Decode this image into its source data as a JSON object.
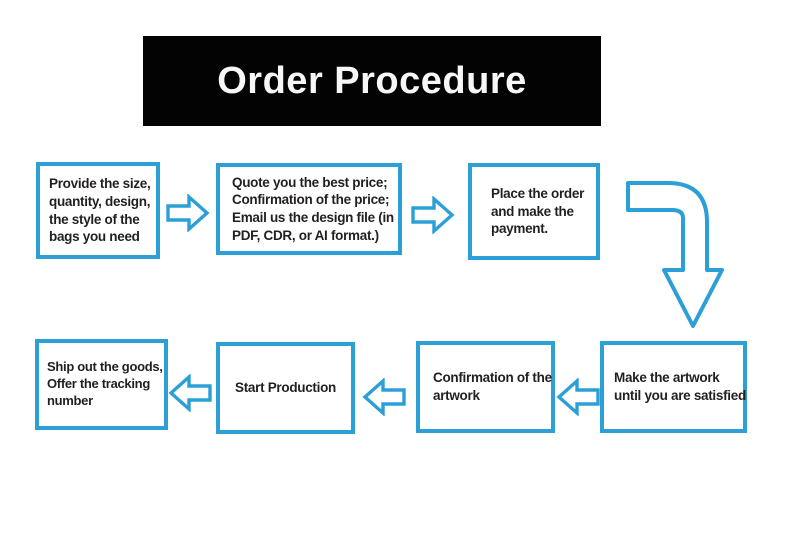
{
  "title": "Order Procedure",
  "colors": {
    "accent": "#2b9fd6",
    "banner_bg": "#030303",
    "banner_text": "#f7f7f7",
    "text": "#231f20",
    "background": "#ffffff"
  },
  "steps": [
    {
      "text": "Provide the size,\nquantity, design,\nthe style of the\nbags you need"
    },
    {
      "text": "Quote you the best price;\nConfirmation of the price;\nEmail us the design file (in\nPDF, CDR, or AI format.)"
    },
    {
      "text": "Place the order\nand make the\npayment."
    },
    {
      "text": "Make the artwork\nuntil you are satisfied"
    },
    {
      "text": "Confirmation of the\nartwork"
    },
    {
      "text": "Start Production"
    },
    {
      "text": "Ship out the goods,\nOffer the tracking\nnumber"
    }
  ],
  "icons": {
    "forward": "arrow-right",
    "backward": "arrow-left",
    "turn_down": "elbow-arrow-down"
  }
}
